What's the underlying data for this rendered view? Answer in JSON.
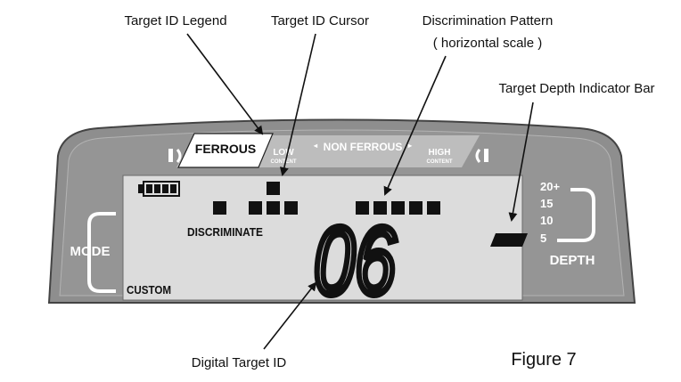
{
  "callouts": {
    "legend": "Target ID Legend",
    "cursor": "Target ID Cursor",
    "pattern_line1": "Discrimination Pattern",
    "pattern_line2": "( horizontal scale )",
    "depth_bar": "Target Depth Indicator Bar",
    "digital_id": "Digital Target ID"
  },
  "figure_label": "Figure 7",
  "panel": {
    "legend": {
      "ferrous": "FERROUS",
      "low": "LOW",
      "low_sub": "CONTENT",
      "non_ferrous": "NON FERROUS",
      "high": "HIGH",
      "high_sub": "CONTENT"
    },
    "mode_button": "MODE",
    "depth_label": "DEPTH",
    "depth_scale": [
      "20+",
      "15",
      "10",
      "5"
    ]
  },
  "lcd": {
    "mode_discriminate": "DISCRIMINATE",
    "mode_custom": "CUSTOM",
    "target_id": "06",
    "battery_bars": 4,
    "accent_lcd": "#dcdcdc",
    "accent_panel": "#8e8e8e",
    "discrimination_segments": [
      1,
      0,
      1,
      1,
      1,
      0,
      0,
      0,
      1,
      1,
      1,
      1,
      1
    ],
    "cursor_segment_index": 3
  }
}
